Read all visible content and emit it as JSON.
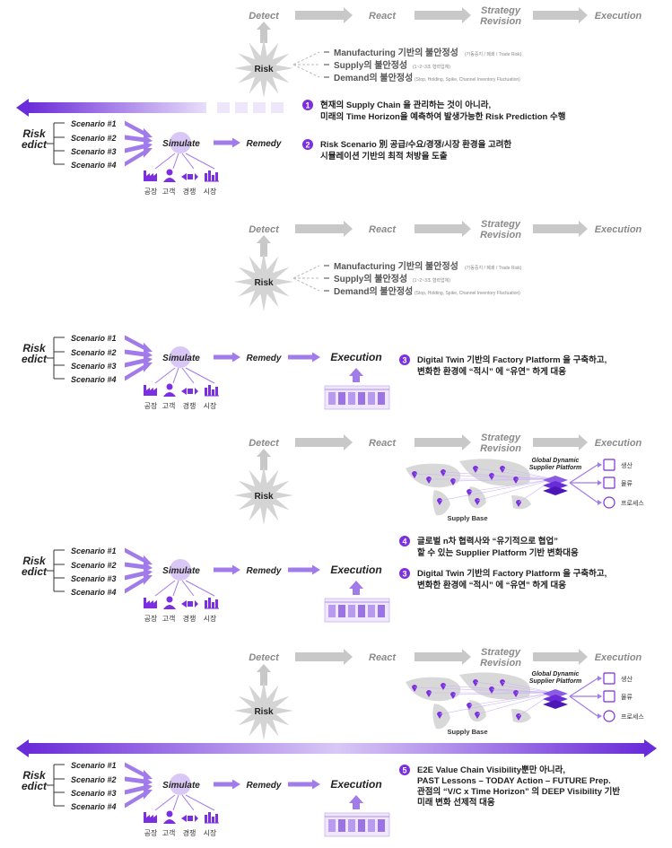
{
  "stages": [
    "Detect",
    "React",
    "Strategy",
    "Revision",
    "Execution"
  ],
  "risk_label": "Risk",
  "risk_edict": [
    "Risk",
    "edict"
  ],
  "scenarios": [
    "Scenario #1",
    "Scenario #2",
    "Scenario #3",
    "Scenario #4"
  ],
  "simulate_label": "Simulate",
  "remedy_label": "Remedy",
  "execution_label": "Execution",
  "factors": [
    "공장",
    "고객",
    "경쟁",
    "시장"
  ],
  "instabilities": [
    {
      "title": "Manufacturing 기반의 불안정성",
      "note": "(가동중지 / 폐쇄 / Trade Risk)"
    },
    {
      "title": "Supply의 불안정성",
      "note": "(1~2~3조 협력업체)"
    },
    {
      "title": "Demand의 불안정성",
      "note": "(Stop, Holding, Spike, Channel Inventory Fluctuation)"
    }
  ],
  "platform": {
    "title_lines": [
      "Global Dynamic",
      "Supplier Platform"
    ],
    "supply_base": "Supply Base",
    "outputs": [
      "생산",
      "물류",
      "프로세스"
    ]
  },
  "notes": {
    "n1": {
      "num": "1",
      "lines": [
        "현재의 Supply Chain 을 관리하는 것이 아니라,",
        "미래의 Time Horizon을 예측하여 발생가능한 Risk Prediction 수행"
      ]
    },
    "n2": {
      "num": "2",
      "lines": [
        "Risk Scenario 別 공급/수요/경쟁/시장 환경을 고려한",
        "시뮬레이션 기반의 최적 처방을 도출"
      ]
    },
    "n3": {
      "num": "3",
      "lines": [
        "Digital Twin 기반의 Factory Platform 을 구축하고,",
        "변화한 환경에 “적시” 에 “유연” 하게 대응"
      ]
    },
    "n4": {
      "num": "4",
      "lines": [
        "글로벌 n차 협력사와 “유기적으로 협업”",
        "할 수 있는 Supplier Platform 기반 변화대응"
      ]
    },
    "n5": {
      "num": "5",
      "lines": [
        "E2E Value Chain Visibility뿐만 아니라,",
        "PAST Lessons – TODAY Action – FUTURE Prep.",
        "관점의 “V/C x Time Horizon” 의 DEEP Visibility 기반",
        "미래 변화 선제적 대응"
      ]
    }
  },
  "colors": {
    "purple": "#7B2FE0",
    "light_purple": "#C9B2F2",
    "gray": "#C8C8C8",
    "dark_gray": "#555555",
    "bubble": "#D9C7F5"
  }
}
